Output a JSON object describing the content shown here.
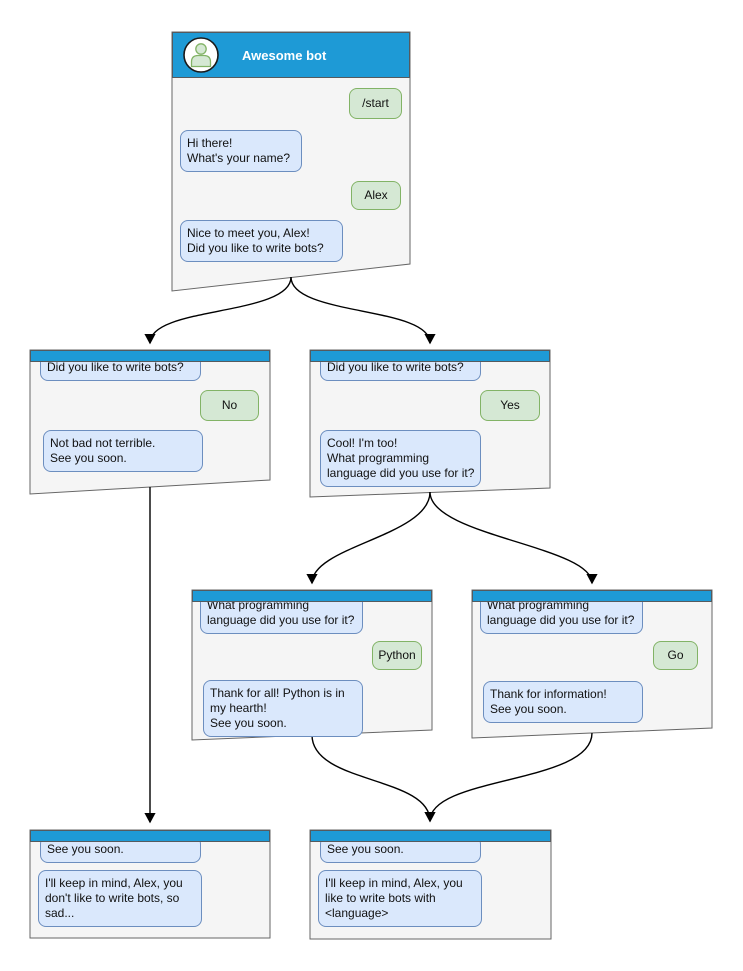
{
  "bot": {
    "title": "Awesome bot"
  },
  "flow": {
    "root": {
      "user_start": "/start",
      "bot_greeting": "Hi there!\nWhat's your name?",
      "user_name": "Alex",
      "bot_question": "Nice to meet you, Alex!\nDid you like to write bots?"
    },
    "no_branch": {
      "context": "Did you like to write bots?",
      "user_answer": "No",
      "bot_reply": "Not bad not terrible.\nSee you soon."
    },
    "yes_branch": {
      "context": "Did you like to write bots?",
      "user_answer": "Yes",
      "bot_reply": "Cool! I'm too!\nWhat programming\nlanguage did you use for it?"
    },
    "python_branch": {
      "context": "What programming\nlanguage did you use for it?",
      "user_answer": "Python",
      "bot_reply": "Thank for all! Python is in\nmy hearth!\nSee you soon."
    },
    "go_branch": {
      "context": "What programming\nlanguage did you use for it?",
      "user_answer": "Go",
      "bot_reply": "Thank for information!\nSee you soon."
    },
    "end_no": {
      "context": "See you soon.",
      "bot_reply": "I'll keep in mind, Alex, you\ndon't like to write bots, so\nsad..."
    },
    "end_yes": {
      "context": "See you soon.",
      "bot_reply": "I'll keep in mind, Alex, you\nlike to write bots with\n<language>"
    }
  },
  "colors": {
    "header_blue": "#1e9ad6",
    "window_fill": "#f5f5f5",
    "window_border": "#666666",
    "bot_bubble_fill": "#dae8fc",
    "bot_bubble_border": "#6c8ebf",
    "user_bubble_fill": "#d5e8d4",
    "user_bubble_border": "#82b366",
    "arrow": "#000000"
  }
}
